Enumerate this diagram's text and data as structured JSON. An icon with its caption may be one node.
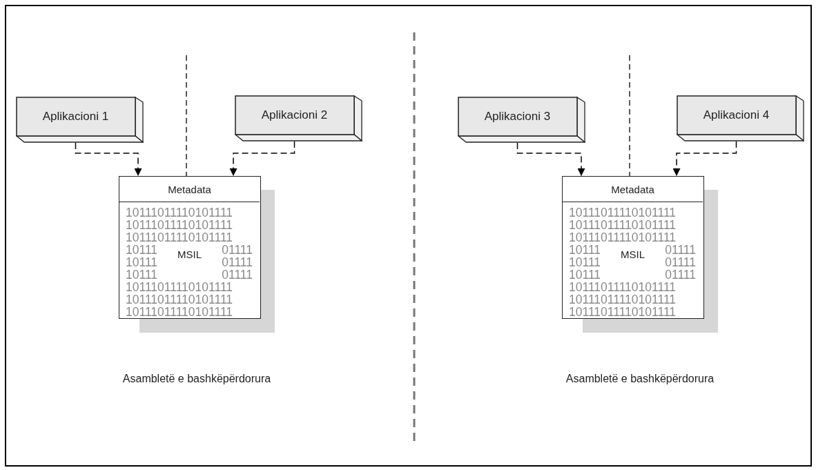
{
  "diagram": {
    "nodes": [
      {
        "text": [
          "Aplikacioni 1"
        ]
      },
      {
        "text": [
          "Aplikacioni 2"
        ]
      },
      {
        "text": [
          "Metadata",
          "10111011110101111 10111011110101111 10111011110101111",
          "10111 10111 10111",
          "MSIL",
          "01111 01111 01111",
          "10111011110101111 10111011110101111 10111011110101111"
        ]
      },
      {
        "text": [
          "Aplikacioni 3"
        ]
      },
      {
        "text": [
          "Aplikacioni 4"
        ]
      },
      {
        "text": [
          "Metadata",
          "10111011110101111 10111011110101111 10111011110101111",
          "10111 10111 10111",
          "MSIL",
          "01111 01111 01111",
          "10111011110101111 10111011110101111 10111011110101111"
        ]
      }
    ],
    "labels": [
      "Asambletë e bashkëpërdorura",
      "Asambletë e bashkëpërdorura"
    ],
    "edges": [
      {
        "from": 0,
        "to": 2,
        "arrow": "to",
        "style": "dashed"
      },
      {
        "from": 1,
        "to": 2,
        "arrow": "to",
        "style": "dashed"
      },
      {
        "from": 3,
        "to": 5,
        "arrow": "to",
        "style": "dashed"
      },
      {
        "from": 4,
        "to": 5,
        "arrow": "to",
        "style": "dashed"
      }
    ]
  }
}
